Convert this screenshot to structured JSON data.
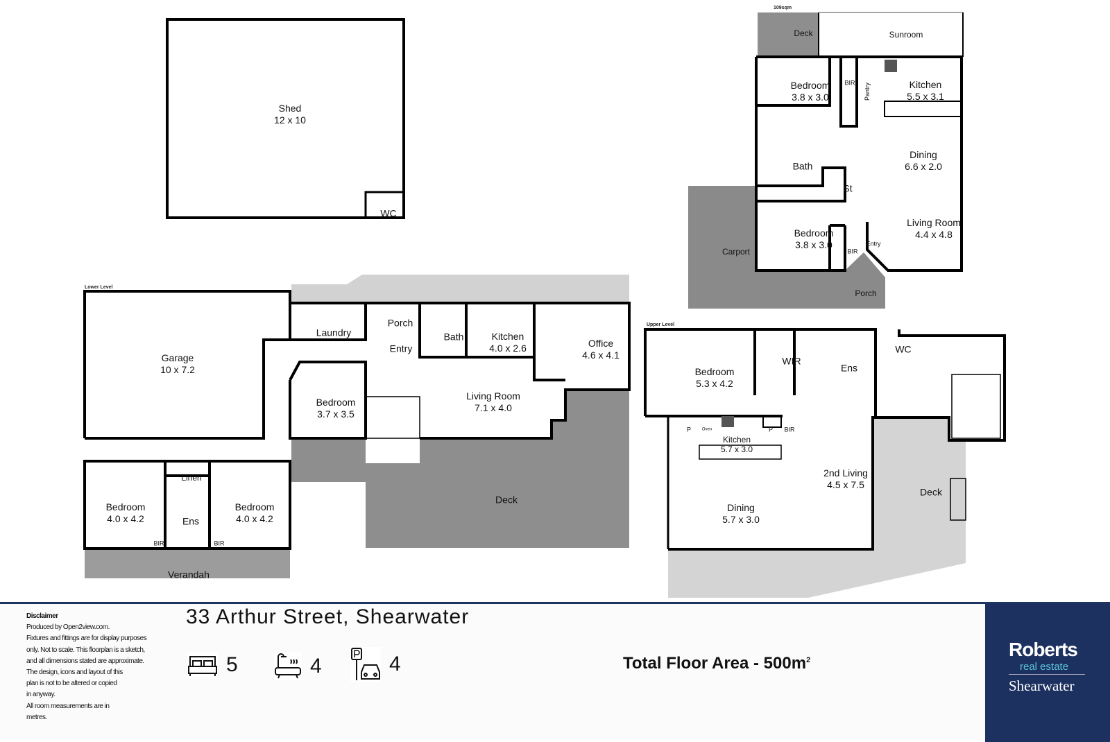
{
  "shed": {
    "name": "Shed",
    "dims": "12 x 10",
    "wc": "WC"
  },
  "lower": {
    "level_label": "Lower Level",
    "rooms": [
      {
        "name": "Garage",
        "dims": "10 x 7.2"
      },
      {
        "name": "Laundry",
        "dims": ""
      },
      {
        "name": "Porch",
        "dims": ""
      },
      {
        "name": "Entry",
        "dims": ""
      },
      {
        "name": "Bath",
        "dims": ""
      },
      {
        "name": "Kitchen",
        "dims": "4.0 x 2.6"
      },
      {
        "name": "Office",
        "dims": "4.6 x 4.1"
      },
      {
        "name": "Bedroom",
        "dims": "3.7 x 3.5"
      },
      {
        "name": "Living Room",
        "dims": "7.1 x 4.0"
      },
      {
        "name": "Deck",
        "dims": ""
      },
      {
        "name": "Linen",
        "dims": ""
      },
      {
        "name": "Bedroom",
        "dims": "4.0 x 4.2"
      },
      {
        "name": "Ens",
        "dims": ""
      },
      {
        "name": "Bedroom",
        "dims": "4.0 x 4.2"
      },
      {
        "name": "BIR",
        "dims": ""
      },
      {
        "name": "BIR",
        "dims": ""
      },
      {
        "name": "Verandah",
        "dims": ""
      }
    ]
  },
  "right_top": {
    "area_label": "109sqm",
    "rooms": [
      {
        "name": "Deck",
        "dims": ""
      },
      {
        "name": "Sunroom",
        "dims": ""
      },
      {
        "name": "Bedroom",
        "dims": "3.8 x 3.0"
      },
      {
        "name": "BIR",
        "dims": ""
      },
      {
        "name": "Pantry",
        "dims": ""
      },
      {
        "name": "Kitchen",
        "dims": "5.5 x 3.1"
      },
      {
        "name": "Dining",
        "dims": "6.6 x 2.0"
      },
      {
        "name": "Bath",
        "dims": ""
      },
      {
        "name": "St",
        "dims": ""
      },
      {
        "name": "Bedroom",
        "dims": "3.8 x 3.0"
      },
      {
        "name": "BIR",
        "dims": ""
      },
      {
        "name": "Entry",
        "dims": ""
      },
      {
        "name": "Living Room",
        "dims": "4.4 x 4.8"
      },
      {
        "name": "Carport",
        "dims": ""
      },
      {
        "name": "Porch",
        "dims": ""
      }
    ]
  },
  "upper": {
    "level_label": "Upper Level",
    "rooms": [
      {
        "name": "Bedroom",
        "dims": "5.3 x 4.2"
      },
      {
        "name": "WIR",
        "dims": ""
      },
      {
        "name": "Ens",
        "dims": ""
      },
      {
        "name": "WC",
        "dims": ""
      },
      {
        "name": "Kitchen",
        "dims": "5.7 x 3.0"
      },
      {
        "name": "2nd Living",
        "dims": "4.5 x  7.5"
      },
      {
        "name": "Dining",
        "dims": "5.7 x 3.0"
      },
      {
        "name": "Deck",
        "dims": ""
      },
      {
        "name": "BIR",
        "dims": ""
      },
      {
        "name": "P",
        "dims": ""
      },
      {
        "name": "Oven",
        "dims": ""
      },
      {
        "name": "P",
        "dims": ""
      }
    ]
  },
  "footer": {
    "disclaimer_title": "Disclaimer",
    "disclaimer_lines": [
      "Produced by Open2view.com.",
      "Fixtures and fittings are for display purposes",
      "only. Not to scale. This floorplan is a sketch,",
      "and all dimensions stated are approximate.",
      "The design, icons and layout of this",
      "plan is not to be altered or copied",
      "in anyway.",
      "All room measurements are in",
      "metres."
    ],
    "address": "33 Arthur Street, Shearwater",
    "bedrooms": "5",
    "bathrooms": "4",
    "parking": "4",
    "total_label": "Total Floor Area - 500m",
    "total_sup": "2",
    "brand_name": "Roberts",
    "brand_sub": "real estate",
    "brand_office": "Shearwater",
    "brand_color": "#1d3160",
    "accent_color": "#5cc6dc"
  }
}
